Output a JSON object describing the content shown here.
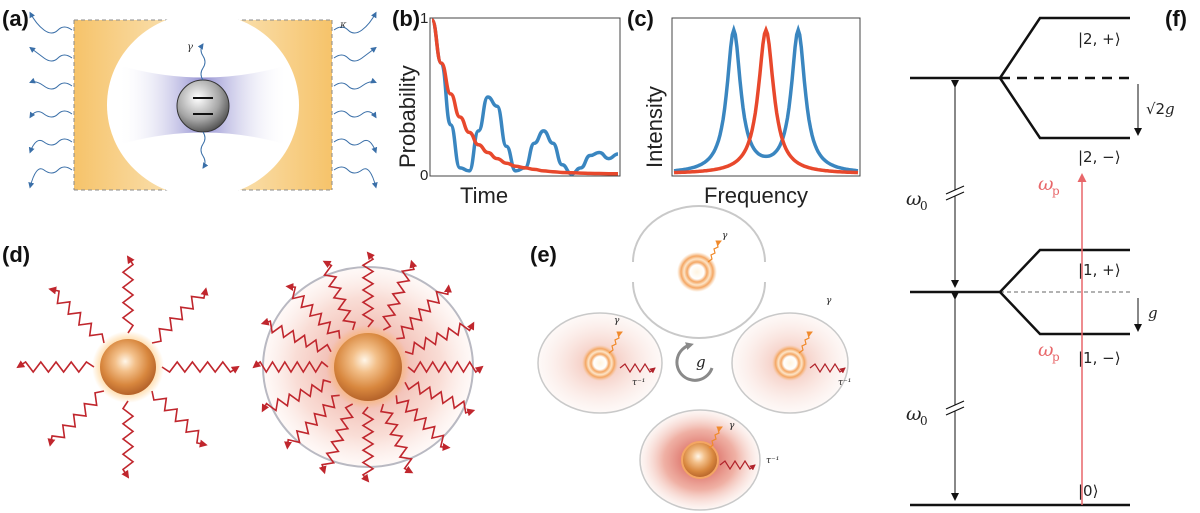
{
  "panels": {
    "a": "(a)",
    "b": "(b)",
    "c": "(c)",
    "d": "(d)",
    "e": "(e)",
    "f": "(f)"
  },
  "panel_a": {
    "gamma": "γ",
    "kappa": "κ"
  },
  "panel_e": {
    "gamma": "γ",
    "tau_inv": "τ⁻¹",
    "g": "g"
  },
  "panel_f": {
    "ket_2_plus": "|2, +⟩",
    "ket_2_minus": "|2, −⟩",
    "ket_1_plus": "|1, +⟩",
    "ket_1_minus": "|1, −⟩",
    "ket_0": "|0⟩",
    "sqrt2": "√2",
    "g": "g",
    "omega": "ω",
    "omega0_sub": "0",
    "omegap_sub": "p",
    "colors": {
      "pump": "#e8676a",
      "levels": "#111111"
    }
  },
  "chart_data": [
    {
      "type": "line",
      "xlabel": "Time",
      "ylabel": "Probability",
      "ylim": [
        0,
        1
      ],
      "yticks": [
        "0",
        "1"
      ],
      "x": [
        0,
        0.05,
        0.1,
        0.15,
        0.2,
        0.25,
        0.3,
        0.35,
        0.4,
        0.45,
        0.5,
        0.55,
        0.6,
        0.65,
        0.7,
        0.75,
        0.8,
        0.85,
        0.9,
        0.95,
        1.0
      ],
      "series": [
        {
          "color": "#3a86c0",
          "values": [
            1.0,
            0.72,
            0.32,
            0.04,
            0.02,
            0.28,
            0.5,
            0.44,
            0.18,
            0.02,
            0.04,
            0.2,
            0.28,
            0.2,
            0.06,
            0.0,
            0.04,
            0.12,
            0.14,
            0.1,
            0.13
          ]
        },
        {
          "color": "#e8482c",
          "values": [
            1.0,
            0.72,
            0.52,
            0.37,
            0.27,
            0.19,
            0.14,
            0.1,
            0.07,
            0.05,
            0.04,
            0.03,
            0.02,
            0.015,
            0.01,
            0.008,
            0.006,
            0.004,
            0.003,
            0.002,
            0.002
          ]
        }
      ]
    },
    {
      "type": "line",
      "xlabel": "Frequency",
      "ylabel": "Intensity",
      "series": [
        {
          "color": "#3a86c0",
          "shape": "two-peaks",
          "centers": [
            -0.35,
            0.35
          ],
          "width": 0.09
        },
        {
          "color": "#e8482c",
          "shape": "one-peak",
          "centers": [
            0
          ],
          "width": 0.1
        }
      ]
    }
  ]
}
